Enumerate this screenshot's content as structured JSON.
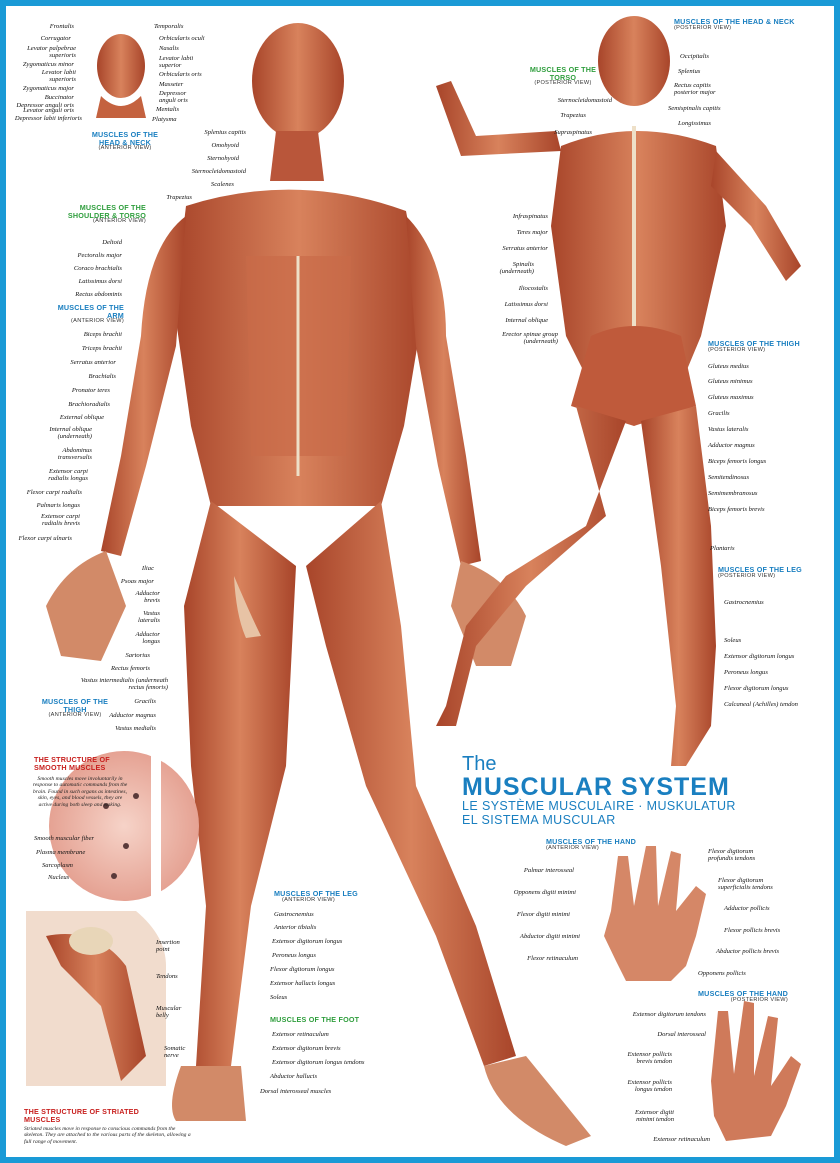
{
  "colors": {
    "border": "#1a9ad6",
    "blue_heading": "#1a7fc0",
    "green_heading": "#2f9e3d",
    "red_heading": "#c8201e",
    "muscle": "#c4623f",
    "tendon": "#eee0c8"
  },
  "title": {
    "the": "The",
    "main": "MUSCULAR SYSTEM",
    "line2": "LE SYSTÈME MUSCULAIRE · MUSKULATUR",
    "line3": "EL SISTEMA MUSCULAR"
  },
  "sections": {
    "head_neck_anterior": {
      "title": "MUSCLES OF THE HEAD & NECK",
      "sub": "(ANTERIOR VIEW)"
    },
    "shoulder_torso": {
      "title": "MUSCLES OF THE SHOULDER & TORSO",
      "sub": "(ANTERIOR VIEW)"
    },
    "arm": {
      "title": "MUSCLES OF THE ARM",
      "sub": "(ANTERIOR VIEW)"
    },
    "thigh_anterior": {
      "title": "MUSCLES OF THE THIGH",
      "sub": "(ANTERIOR VIEW)"
    },
    "leg_anterior": {
      "title": "MUSCLES OF THE LEG",
      "sub": "(ANTERIOR VIEW)"
    },
    "foot": {
      "title": "MUSCLES OF THE FOOT"
    },
    "head_neck_posterior": {
      "title": "MUSCLES OF THE HEAD & NECK",
      "sub": "(POSTERIOR VIEW)"
    },
    "torso_posterior": {
      "title": "MUSCLES OF THE TORSO",
      "sub": "(POSTERIOR VIEW)"
    },
    "thigh_posterior": {
      "title": "MUSCLES OF THE THIGH",
      "sub": "(POSTERIOR VIEW)"
    },
    "leg_posterior": {
      "title": "MUSCLES OF THE LEG",
      "sub": "(POSTERIOR VIEW)"
    },
    "hand_anterior": {
      "title": "MUSCLES OF THE HAND",
      "sub": "(ANTERIOR VIEW)"
    },
    "hand_posterior": {
      "title": "MUSCLES OF THE HAND",
      "sub": "(POSTERIOR VIEW)"
    },
    "smooth": {
      "title": "THE STRUCTURE OF SMOOTH MUSCLES",
      "text": "Smooth muscles move involuntarily in response to automatic commands from the brain. Found in such organs as intestines, skin, eyes, and blood vessels, they are active during both sleep and waking."
    },
    "striated": {
      "title": "THE STRUCTURE OF STRIATED MUSCLES",
      "text": "Striated muscles move in response to conscious commands from the skeleton. They are attached to the various parts of the skeleton, allowing a full range of movement."
    }
  },
  "labels": {
    "face_left": [
      "Frontalis",
      "Corrugator",
      "Levator palpebrae superioris",
      "Zygomaticus minor",
      "Levator labii superioris",
      "Zygomaticus major",
      "Buccinator",
      "Depressor anguli oris",
      "Levator anguli oris",
      "Depressor labii inferioris"
    ],
    "face_right": [
      "Temporalis",
      "Orbicularis oculi",
      "Nasalis",
      "Levator labii superior",
      "Orbicularis oris",
      "Masseter",
      "Depressor anguli oris",
      "Mentalis",
      "Platysma"
    ],
    "neck": [
      "Splenius capitis",
      "Omohyoid",
      "Sternohyoid",
      "Sternocleidomastoid",
      "Scalenes",
      "Trapezius"
    ],
    "torso": [
      "Deltoid",
      "Pectoralis major",
      "Coraco brachialis",
      "Latissimus dorsi",
      "Rectus abdominis"
    ],
    "arm": [
      "Biceps brachii",
      "Triceps brachii",
      "Serratus anterior",
      "Brachialis",
      "Pronator teres",
      "Brachioradialis",
      "External oblique",
      "Internal oblique (underneath)",
      "Abdominus transversalis",
      "Extensor carpi radialis longus",
      "Flexor carpi radialis",
      "Palmaris longus",
      "Extensor carpi radialis brevis",
      "Flexor carpi ulnaris"
    ],
    "thigh_front": [
      "Iliac",
      "Psoas major",
      "Adductor brevis",
      "Vastus lateralis",
      "Adductor longus",
      "Sartorius",
      "Rectus femoris",
      "Vastus intermedialis (underneath rectus femoris)",
      "Gracilis",
      "Adductor magnus",
      "Vastus medialis"
    ],
    "leg_front": [
      "Gastrocnemius",
      "Anterior tibialis",
      "Extensor digitorum longus",
      "Peroneus longus",
      "Flexor digitorum longus",
      "Extensor hallucis longus",
      "Soleus"
    ],
    "foot": [
      "Extensor retinaculum",
      "Extensor digitorum brevis",
      "Extensor digitorum longus tendons",
      "Abductor hallucis",
      "Dorsal interosseal muscles"
    ],
    "back_head": [
      "Occipitalis",
      "Splenius",
      "Rectus capitis posterior major",
      "Semispinalis capitis",
      "Longissimus"
    ],
    "back_torso": [
      "Sternocleidomastoid",
      "Trapezius",
      "Supraspinatus",
      "Infraspinatus",
      "Teres major",
      "Serratus anterior",
      "Spinalis (underneath)",
      "Iliocostalis",
      "Latissimus dorsi",
      "Internal oblique",
      "Erector spinae group (underneath)"
    ],
    "back_thigh": [
      "Gluteus medius",
      "Gluteus minimus",
      "Gluteus maximus",
      "Gracilis",
      "Vastus lateralis",
      "Adductor magnus",
      "Biceps femoris longus",
      "Semitendinosus",
      "Semimembranosus",
      "Biceps femoris brevis",
      "Plantaris"
    ],
    "back_leg": [
      "Gastrocnemius",
      "Soleus",
      "Extensor digitorum longus",
      "Peroneus longus",
      "Flexor digitorum longus",
      "Calcaneal (Achilles) tendon"
    ],
    "smooth": [
      "Smooth muscular fiber",
      "Plasma membrane",
      "Sarcoplasm",
      "Nucleus"
    ],
    "striated": [
      "Insertion point",
      "Tendons",
      "Muscular belly",
      "Somatic nerve"
    ],
    "hand_front_left": [
      "Palmar interosseal",
      "Opponens digiti minimi",
      "Flexor digiti minimi",
      "Abductor digiti minimi",
      "Flexor retinaculum"
    ],
    "hand_front_right": [
      "Flexor digitorum profundis tendons",
      "Flexor digitorum superficialis tendons",
      "Adductor pollicis",
      "Flexor pollicis brevis",
      "Abductor pollicis brevis",
      "Opponens pollicis"
    ],
    "hand_back": [
      "Extensor digitorum tendons",
      "Dorsal interosseal",
      "Extensor pollicis brevis tendon",
      "Extensor pollicis longus tendon",
      "Extensor digiti minimi tendon",
      "Extensor retinaculum"
    ]
  }
}
